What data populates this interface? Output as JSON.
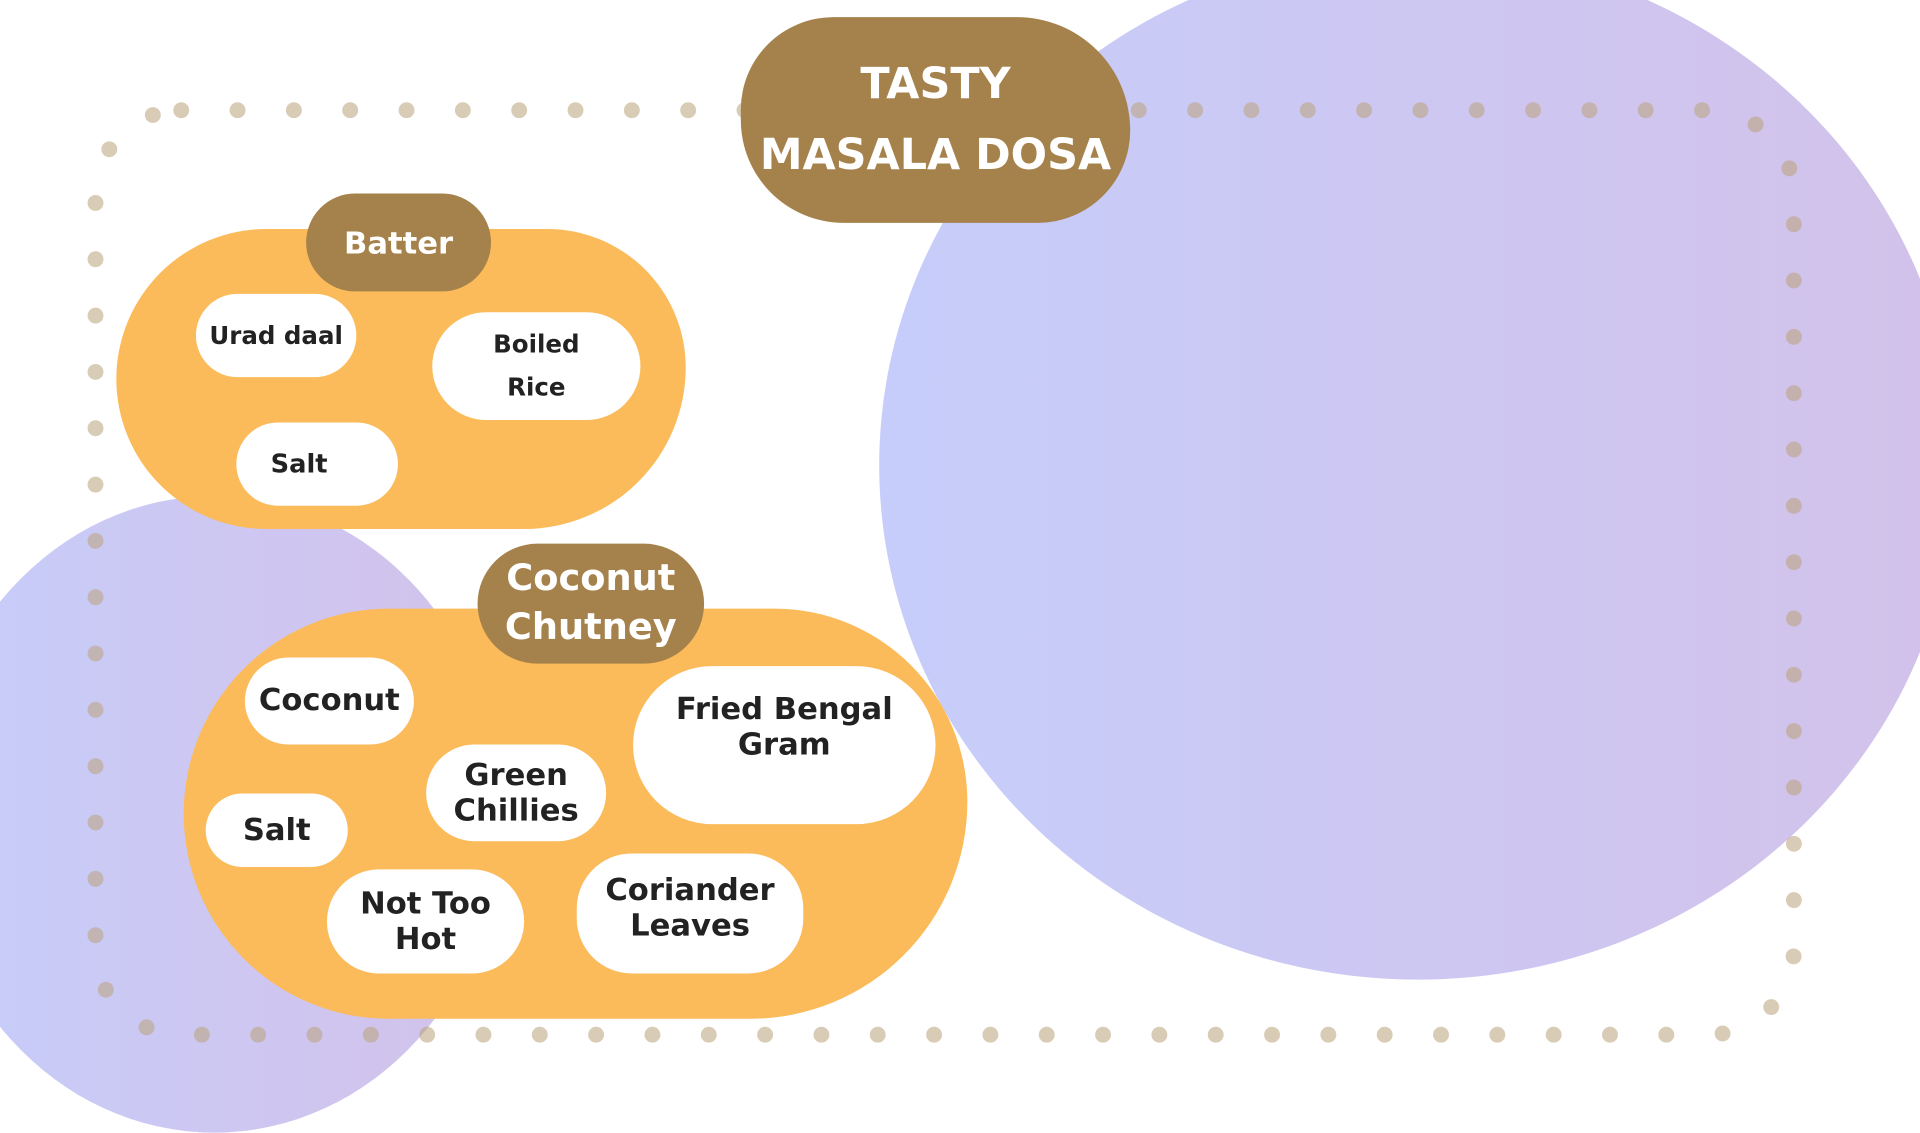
{
  "title": "TASTY MASALA DOSA",
  "colors": {
    "brown": "#a5824b",
    "orange": "#fbbb5a",
    "purple_start": "#c6cdfa",
    "purple_end": "#d3c2ea",
    "dots": "#d8c8aa"
  },
  "batter": {
    "label": "Batter",
    "items": [
      "Urad daal",
      "Boiled Rice",
      "Salt"
    ]
  },
  "chutney": {
    "label": "Coconut Chutney",
    "items": [
      "Coconut",
      "Fried Bengal Gram",
      "Green Chillies",
      "Salt",
      "Not Too Hot",
      "Coriander Leaves"
    ]
  }
}
